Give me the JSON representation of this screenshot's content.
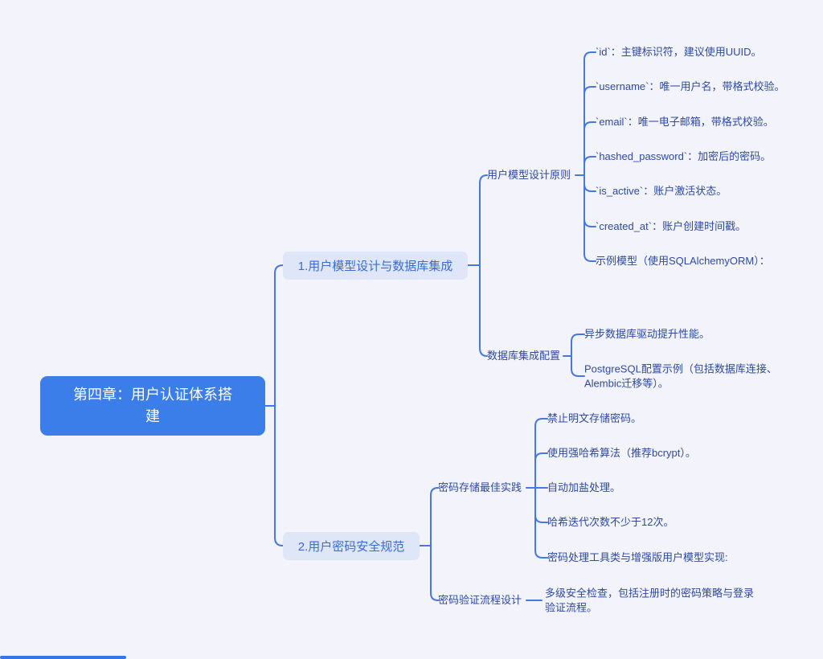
{
  "colors": {
    "background": "#f2f3fb",
    "root_bg": "#3b7ee9",
    "root_text": "#ffffff",
    "branch_bg": "#dfe6f8",
    "branch_text": "#3a6bd8",
    "node_text": "#2d49a5",
    "connector": "#4478e2",
    "scrollbar": "#3577e8"
  },
  "root": {
    "label": "第四章：用户认证体系搭建"
  },
  "branches": [
    {
      "label": "1.用户模型设计与数据库集成",
      "children": [
        {
          "label": "用户模型设计原则",
          "leaves": [
            "`id`：主键标识符，建议使用UUID。",
            "`username`：唯一用户名，带格式校验。",
            "`email`：唯一电子邮箱，带格式校验。",
            "`hashed_password`：加密后的密码。",
            "`is_active`：账户激活状态。",
            "`created_at`：账户创建时间戳。",
            "示例模型（使用SQLAlchemyORM）："
          ]
        },
        {
          "label": "数据库集成配置",
          "leaves": [
            "异步数据库驱动提升性能。",
            "PostgreSQL配置示例（包括数据库连接、Alembic迁移等）。"
          ]
        }
      ]
    },
    {
      "label": "2.用户密码安全规范",
      "children": [
        {
          "label": "密码存储最佳实践",
          "leaves": [
            "禁止明文存储密码。",
            "使用强哈希算法（推荐bcrypt）。",
            "自动加盐处理。",
            "哈希迭代次数不少于12次。",
            "密码处理工具类与增强版用户模型实现:"
          ]
        },
        {
          "label": "密码验证流程设计",
          "leaves": [
            "多级安全检查，包括注册时的密码策略与登录验证流程。"
          ]
        }
      ]
    }
  ]
}
